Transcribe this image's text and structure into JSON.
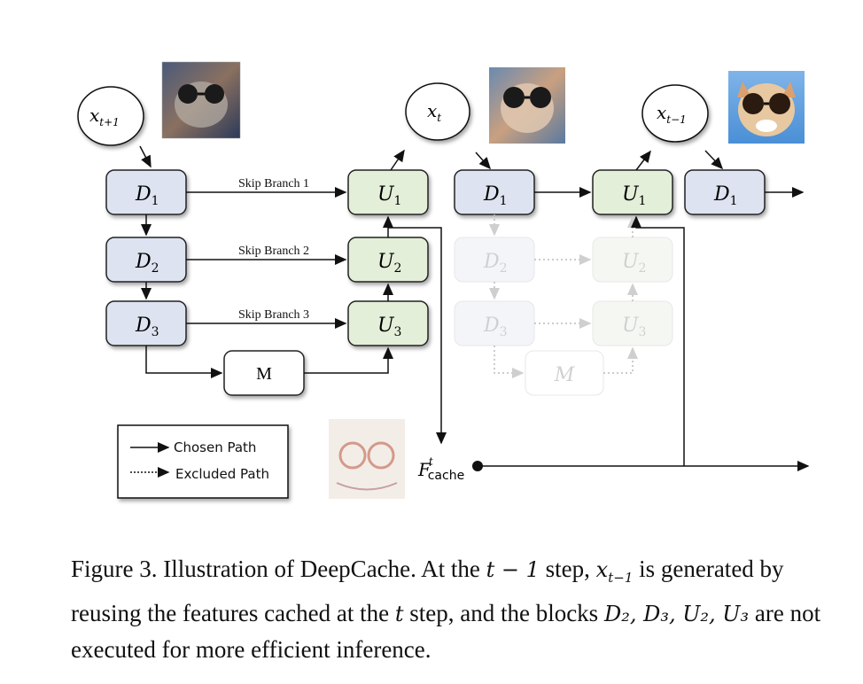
{
  "diagram": {
    "step_labels": {
      "x_next": "x",
      "x_next_sub": "t+1",
      "x_cur": "x",
      "x_cur_sub": "t",
      "x_prev": "x",
      "x_prev_sub": "t−1"
    },
    "blocks": {
      "d1": "D",
      "d2": "D",
      "d3": "D",
      "u1": "U",
      "u2": "U",
      "u3": "U",
      "m": "M",
      "m_excluded": "M",
      "sub1": "1",
      "sub2": "2",
      "sub3": "3"
    },
    "skip_branches": [
      "Skip Branch 1",
      "Skip Branch 2",
      "Skip Branch 3"
    ],
    "cache_label": "F",
    "cache_sup": "t",
    "cache_sub": "cache",
    "legend": {
      "chosen": "Chosen Path",
      "excluded": "Excluded Path"
    },
    "colors": {
      "down_block": "#dde3f0",
      "up_block": "#e3efd9",
      "block_border": "#222222",
      "faded": "#cccccc"
    }
  },
  "caption": {
    "prefix": "Figure 3. Illustration of DeepCache. At the ",
    "step_prev": "t − 1",
    "mid1": " step, ",
    "x_prev": "x",
    "x_prev_sub": "t−1",
    "mid2": " is generated by reusing the features cached at the ",
    "step_cur": "t",
    "mid3": " step, and the blocks ",
    "blocks": "D₂, D₃, U₂, U₃",
    "suffix": " are not executed for more efficient inference."
  }
}
